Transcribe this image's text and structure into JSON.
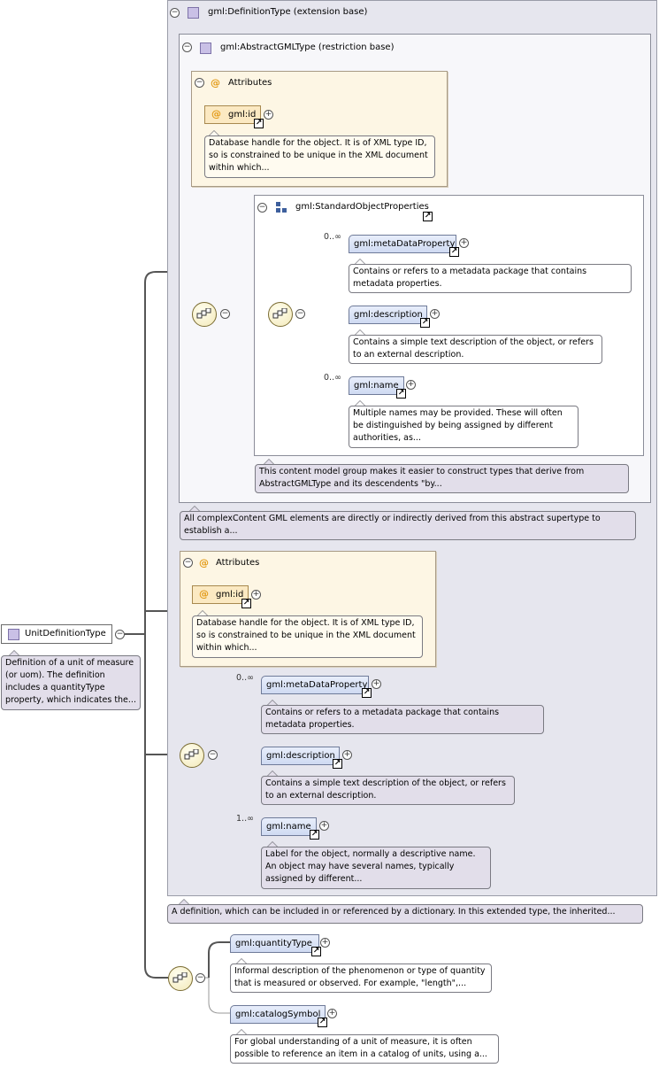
{
  "root": {
    "label": "UnitDefinitionType",
    "doc": "Definition of a unit of measure (or uom). The definition includes a quantityType property, which indicates the..."
  },
  "definition_type": {
    "label": "gml:DefinitionType (extension base)",
    "doc": "A definition, which can be included in or referenced by a dictionary. In this extended type, the inherited..."
  },
  "abstract_gml_type": {
    "label": "gml:AbstractGMLType (restriction base)",
    "doc": "All complexContent GML elements are directly or indirectly derived from this abstract supertype to establish a..."
  },
  "attributes_1": {
    "header": "Attributes",
    "id_label": "gml:id",
    "id_doc": "Database handle for the object. It is of XML type ID, so is constrained to be unique in the XML document within which..."
  },
  "standard_object_properties": {
    "label": "gml:StandardObjectProperties",
    "doc": "This content model group makes it easier to construct types that derive from AbstractGMLType and its descendents \"by...",
    "elements": [
      {
        "label": "gml:metaDataProperty",
        "card": "0..∞",
        "doc": "Contains or refers to a metadata package that contains metadata properties."
      },
      {
        "label": "gml:description",
        "card": "",
        "doc": "Contains a simple text description of the object, or refers to an external description."
      },
      {
        "label": "gml:name",
        "card": "0..∞",
        "doc": "Multiple names may be provided. These will often be distinguished by being assigned by different authorities, as..."
      }
    ]
  },
  "attributes_2": {
    "header": "Attributes",
    "id_label": "gml:id",
    "id_doc": "Database handle for the object. It is of XML type ID, so is constrained to be unique in the XML document within which..."
  },
  "definition_sequence": {
    "elements": [
      {
        "label": "gml:metaDataProperty",
        "card": "0..∞",
        "doc": "Contains or refers to a metadata package that contains metadata properties."
      },
      {
        "label": "gml:description",
        "card": "",
        "doc": "Contains a simple text description of the object, or refers to an external description."
      },
      {
        "label": "gml:name",
        "card": "1..∞",
        "doc": "Label for the object, normally a descriptive name. An object may have several names, typically assigned by different..."
      }
    ]
  },
  "unit_sequence": {
    "elements": [
      {
        "label": "gml:quantityType",
        "doc": "Informal description of the phenomenon or type of quantity that is measured or observed. For example, \"length\",..."
      },
      {
        "label": "gml:catalogSymbol",
        "doc": "For global understanding of a unit of measure, it is often possible to reference an item in a catalog of units, using a..."
      }
    ]
  },
  "glyphs": {
    "minus": "−",
    "plus": "+",
    "link": "↗",
    "at": "@"
  }
}
